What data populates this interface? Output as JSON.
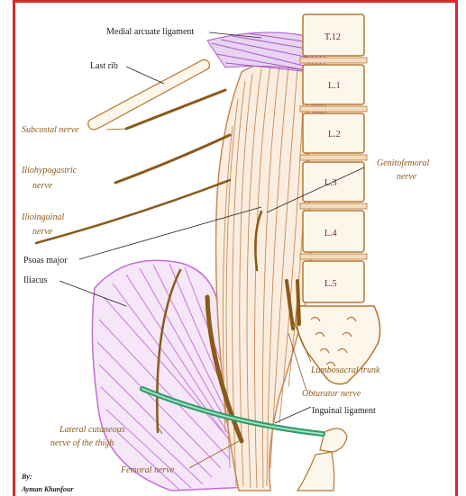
{
  "labels": {
    "medial_arcuate": "Medial arcuate ligament",
    "last_rib": "Last rib",
    "subcostal": "Subcostal nerve",
    "iliohypogastric_1": "Iliohypogastric",
    "iliohypogastric_2": "nerve",
    "ilioinguinal_1": "Ilioinguinal",
    "ilioinguinal_2": "nerve",
    "psoas": "Psoas major",
    "iliacus": "Iliacus",
    "genitofemoral_1": "Genitofemoral",
    "genitofemoral_2": "nerve",
    "lumbosacral": "Lumbosacral trunk",
    "obturator": "Obturator nerve",
    "inguinal": "Inguinal ligament",
    "lateral_cut_1": "Lateral cutaneous",
    "lateral_cut_2": "nerve of the thigh",
    "femoral": "Femoral nerve",
    "credit_1": "By:",
    "credit_2": "Ayman Khanfour"
  },
  "vertebrae": [
    "T.12",
    "L.1",
    "L.2",
    "L.3",
    "L.4",
    "L.5"
  ],
  "colors": {
    "frame": "#d42a2a",
    "muscle_psoas": "#c98a55",
    "muscle_iliacus": "#c86ad8",
    "ligament_arcuate": "#a45ac4",
    "nerve": "#8a5a1a",
    "bone_fill": "#fdf6ea",
    "bone_stroke": "#b5762f",
    "inguinal": "#2e9b6a"
  }
}
